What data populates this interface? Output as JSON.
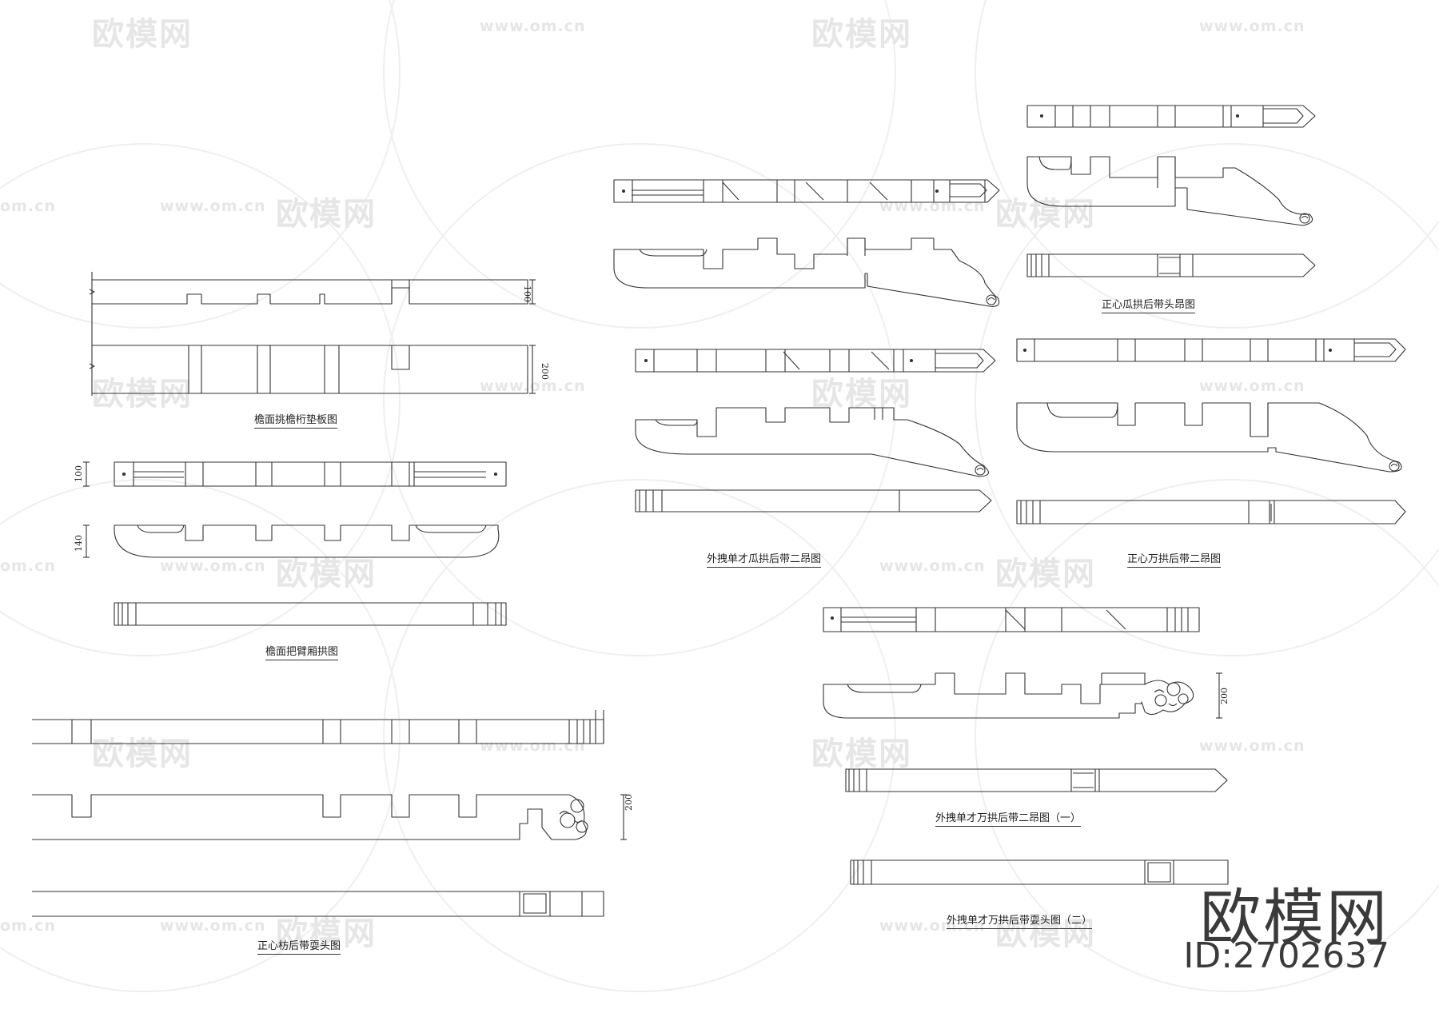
{
  "watermark": {
    "brand": "欧模网",
    "url": "www.om.cn",
    "url_short": "om.cn"
  },
  "logo": {
    "name": "欧模网",
    "id_label": "ID:2702637"
  },
  "captions": {
    "diagram_1": "檐面挑檐桁垫板图",
    "diagram_2": "檐面把臂厢拱图",
    "diagram_3": "正心枋后带耍头图",
    "diagram_4": "外拽单才瓜拱后带二昂图",
    "diagram_5": "正心瓜拱后带头昂图",
    "diagram_6": "正心万拱后带二昂图",
    "diagram_7": "外拽单才万拱后带二昂图（一）",
    "diagram_8": "外拽单才万拱后带耍头图（二）"
  },
  "dimensions": {
    "d1_top": "100",
    "d1_bottom": "200",
    "d2_top": "100",
    "d2_mid": "140",
    "d3_mid": "200",
    "d7_mid": "200"
  }
}
